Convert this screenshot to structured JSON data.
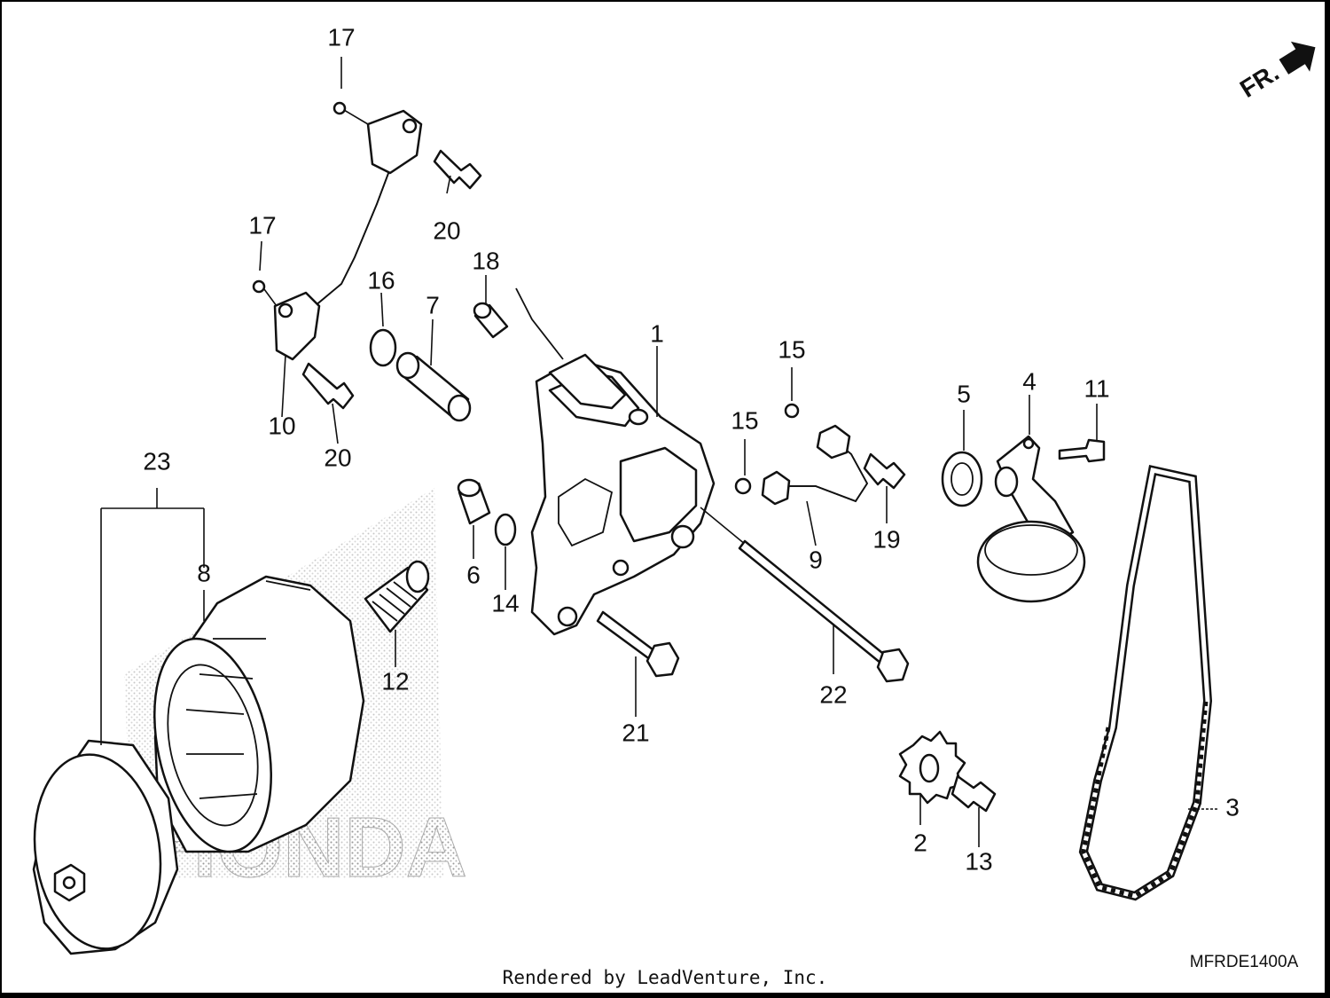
{
  "direction_marker": {
    "label": "FR.",
    "icon": "forward-arrow-icon"
  },
  "diagram_code": "MFRDE1400A",
  "credit": "Rendered by LeadVenture, Inc.",
  "watermark": "HONDA",
  "callouts": [
    {
      "id": "c17a",
      "label": "17"
    },
    {
      "id": "c17b",
      "label": "17"
    },
    {
      "id": "c20a",
      "label": "20"
    },
    {
      "id": "c20b",
      "label": "20"
    },
    {
      "id": "c10",
      "label": "10"
    },
    {
      "id": "c18",
      "label": "18"
    },
    {
      "id": "c16",
      "label": "16"
    },
    {
      "id": "c7",
      "label": "7"
    },
    {
      "id": "c1",
      "label": "1"
    },
    {
      "id": "c15a",
      "label": "15"
    },
    {
      "id": "c15b",
      "label": "15"
    },
    {
      "id": "c5",
      "label": "5"
    },
    {
      "id": "c4",
      "label": "4"
    },
    {
      "id": "c11",
      "label": "11"
    },
    {
      "id": "c23",
      "label": "23"
    },
    {
      "id": "c8",
      "label": "8"
    },
    {
      "id": "c6",
      "label": "6"
    },
    {
      "id": "c14",
      "label": "14"
    },
    {
      "id": "c12",
      "label": "12"
    },
    {
      "id": "c9",
      "label": "9"
    },
    {
      "id": "c19",
      "label": "19"
    },
    {
      "id": "c21",
      "label": "21"
    },
    {
      "id": "c22",
      "label": "22"
    },
    {
      "id": "c2",
      "label": "2"
    },
    {
      "id": "c13",
      "label": "13"
    },
    {
      "id": "c3",
      "label": "3"
    }
  ]
}
